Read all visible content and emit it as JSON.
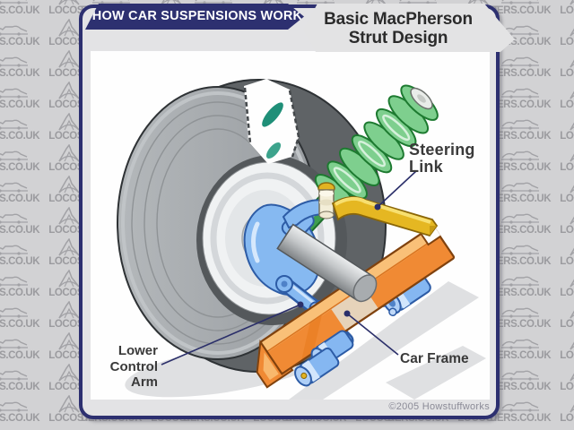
{
  "background": {
    "watermark_text_primary": "DERS.CO.UK",
    "watermark_text_secondary": "LOCOST"
  },
  "banner": {
    "label": "HOW CAR SUSPENSIONS WORK"
  },
  "title_tab": {
    "line1": "Basic MacPherson",
    "line2": "Strut Design"
  },
  "diagram": {
    "labels": {
      "steering_link": {
        "line1": "Steering",
        "line2": "Link"
      },
      "lower_control_arm": {
        "line1": "Lower",
        "line2": "Control",
        "line3": "Arm"
      },
      "car_frame": {
        "label": "Car Frame"
      }
    },
    "colors": {
      "spring_green": "#3f9e4f",
      "knuckle_blue": "#86b9f1",
      "frame_orange": "#f08a34",
      "link_yellow": "#e5b722",
      "axle_gray": "#c3c6c8",
      "leader_navy": "#2b2f6a",
      "banner_navy": "#2d3070"
    }
  },
  "footer": {
    "copyright": "©2005 Howstuffworks"
  }
}
